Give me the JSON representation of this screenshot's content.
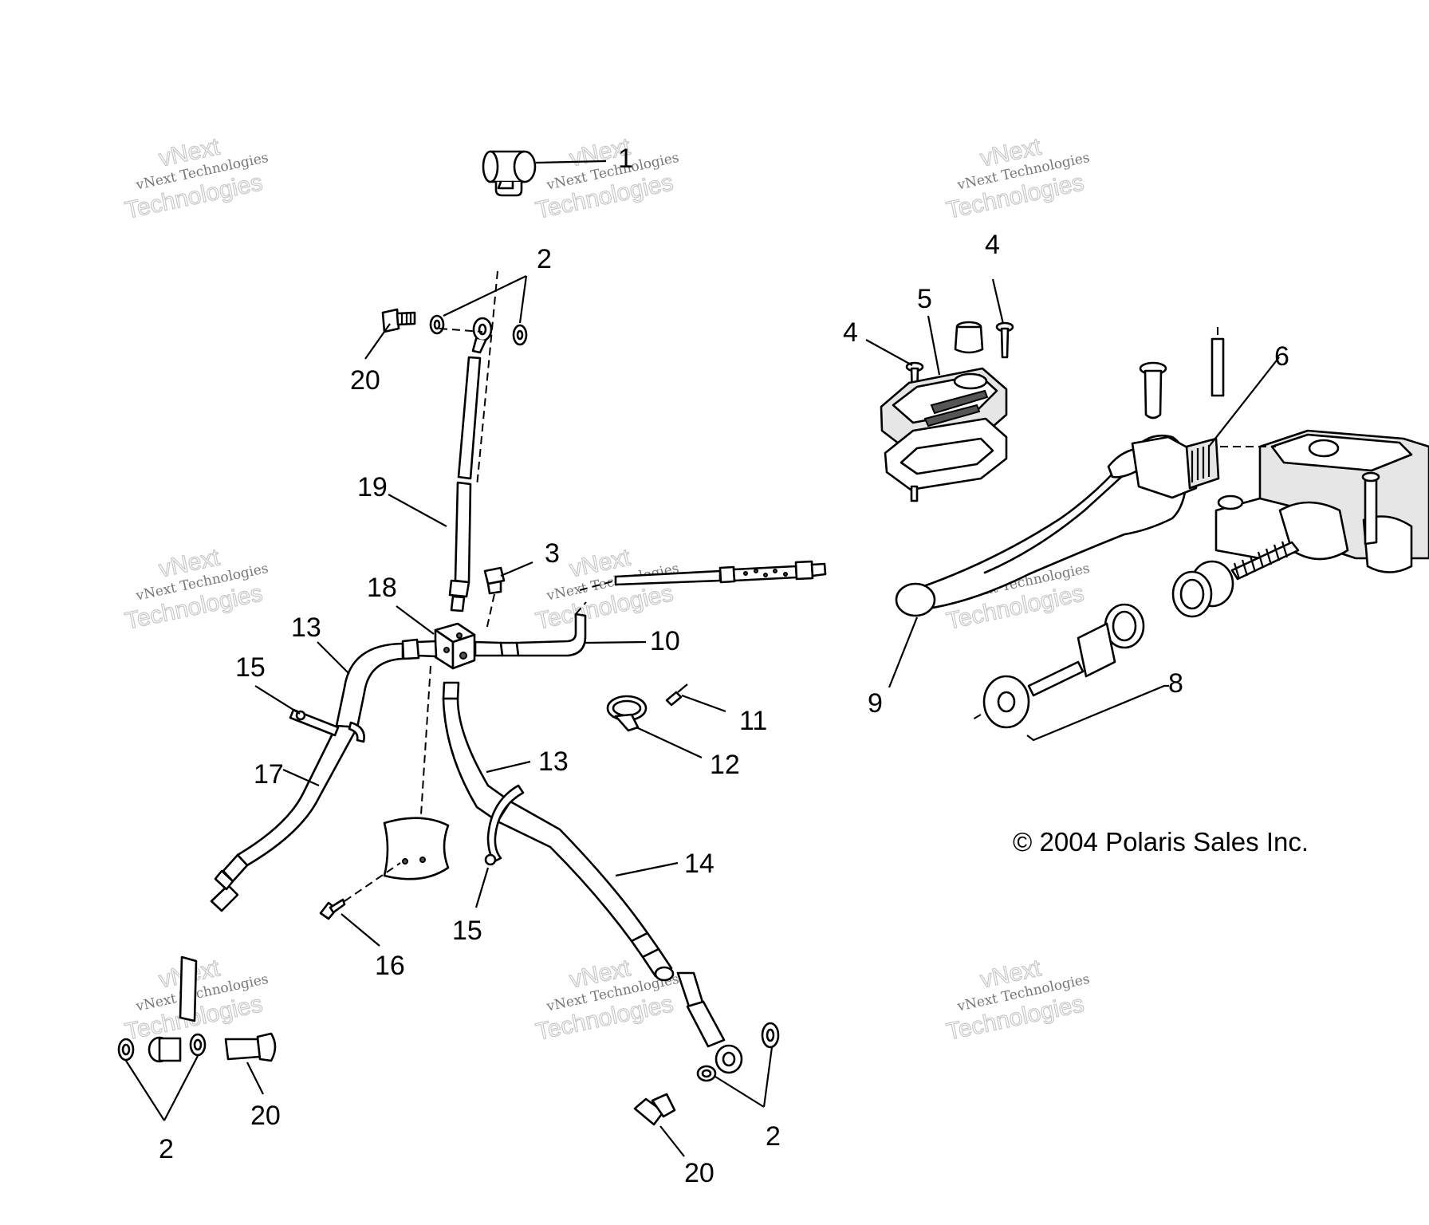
{
  "watermark": {
    "line1": "vNext",
    "line2": "vNext Technologies",
    "line3": "Technologies"
  },
  "copyright": "© 2004 Polaris Sales Inc.",
  "callouts": [
    {
      "id": "c1",
      "text": "1"
    },
    {
      "id": "c2a",
      "text": "2"
    },
    {
      "id": "c20a",
      "text": "20"
    },
    {
      "id": "c19",
      "text": "19"
    },
    {
      "id": "c3",
      "text": "3"
    },
    {
      "id": "c18",
      "text": "18"
    },
    {
      "id": "c13a",
      "text": "13"
    },
    {
      "id": "c15a",
      "text": "15"
    },
    {
      "id": "c10",
      "text": "10"
    },
    {
      "id": "c17",
      "text": "17"
    },
    {
      "id": "c11",
      "text": "11"
    },
    {
      "id": "c12",
      "text": "12"
    },
    {
      "id": "c13b",
      "text": "13"
    },
    {
      "id": "c14",
      "text": "14"
    },
    {
      "id": "c15b",
      "text": "15"
    },
    {
      "id": "c16",
      "text": "16"
    },
    {
      "id": "c2b",
      "text": "2"
    },
    {
      "id": "c20b",
      "text": "20"
    },
    {
      "id": "c20c",
      "text": "20"
    },
    {
      "id": "c2c",
      "text": "2"
    },
    {
      "id": "c4a",
      "text": "4"
    },
    {
      "id": "c4b",
      "text": "4"
    },
    {
      "id": "c5",
      "text": "5"
    },
    {
      "id": "c6",
      "text": "6"
    },
    {
      "id": "c9",
      "text": "9"
    },
    {
      "id": "c8",
      "text": "8"
    }
  ]
}
